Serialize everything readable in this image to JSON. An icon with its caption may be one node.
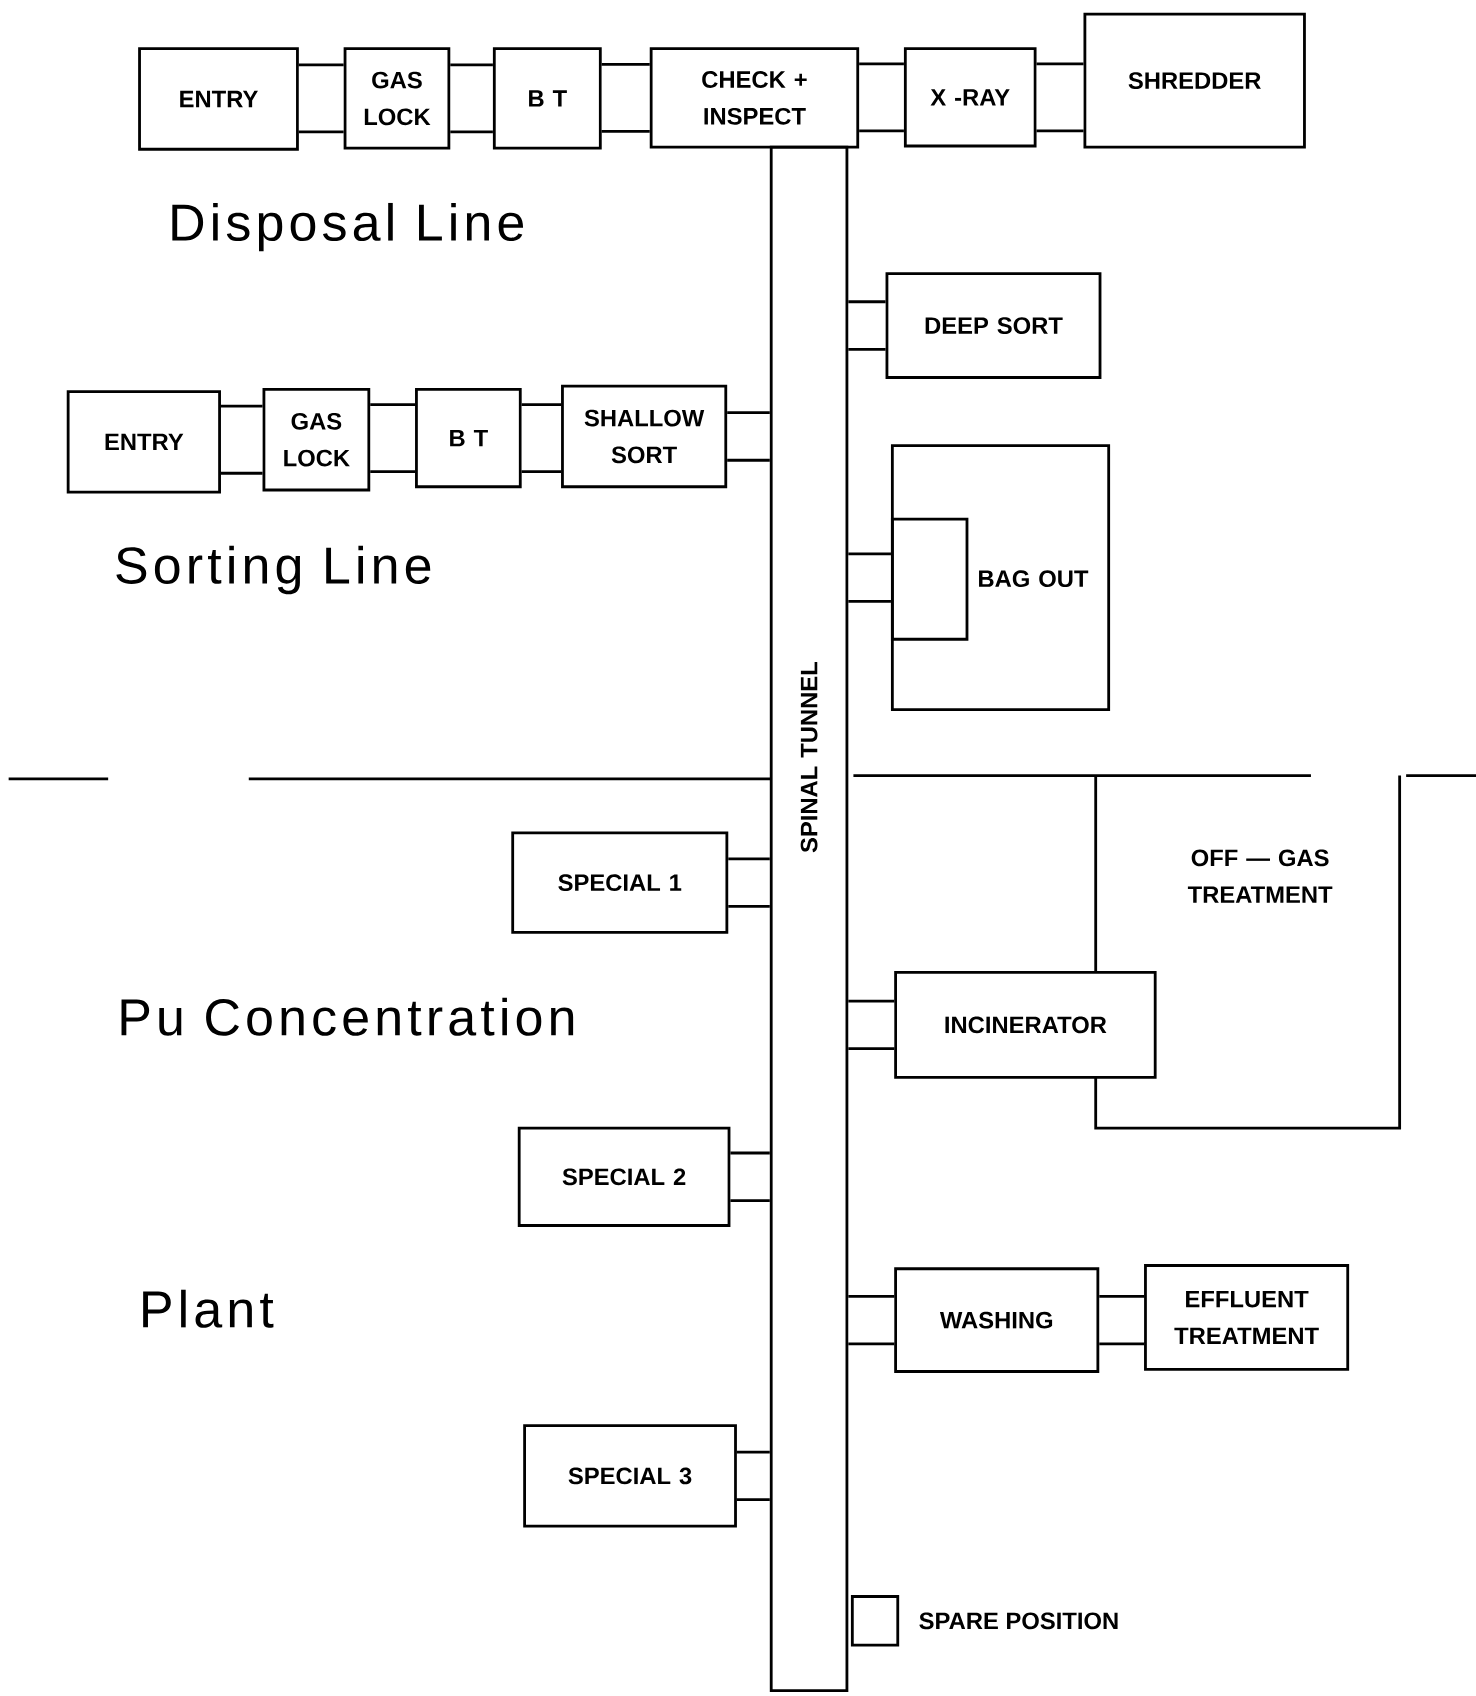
{
  "diagram": {
    "nodes": [
      {
        "text": [
          "ENTRY"
        ]
      },
      {
        "text": [
          "GAS LOCK"
        ]
      },
      {
        "text": [
          "B T"
        ]
      },
      {
        "text": [
          "CHECK + INSPECT"
        ]
      },
      {
        "text": [
          "X -RAY"
        ]
      },
      {
        "text": [
          "SHREDDER"
        ]
      },
      {
        "text": [
          "SPINAL TUNNEL"
        ]
      },
      {
        "text": [
          "DEEP SORT"
        ]
      },
      {
        "text": [
          "ENTRY"
        ]
      },
      {
        "text": [
          "GAS LOCK"
        ]
      },
      {
        "text": [
          "B T"
        ]
      },
      {
        "text": [
          "SHALLOW SORT"
        ]
      },
      {
        "text": [
          "BAG OUT"
        ]
      },
      {
        "text": [],
        "shape": "box",
        "in": 12
      },
      {
        "text": [
          "OFF — GAS TREATMENT"
        ]
      },
      {
        "text": [
          "SPECIAL 1"
        ]
      },
      {
        "text": [
          "INCINERATOR"
        ]
      },
      {
        "text": [
          "SPECIAL 2"
        ]
      },
      {
        "text": [
          "WASHING"
        ]
      },
      {
        "text": [
          "EFFLUENT TREATMENT"
        ]
      },
      {
        "text": [
          "SPECIAL 3"
        ]
      },
      {
        "text": [],
        "shape": "box",
        "beside": [
          "SPARE POSITION"
        ]
      }
    ],
    "edges": [
      {
        "from": 0,
        "to": 1,
        "arrow": "none"
      },
      {
        "from": 1,
        "to": 2,
        "arrow": "none"
      },
      {
        "from": 2,
        "to": 3,
        "arrow": "none"
      },
      {
        "from": 3,
        "to": 4,
        "arrow": "none"
      },
      {
        "from": 4,
        "to": 5,
        "arrow": "none"
      },
      {
        "from": 6,
        "to": 7,
        "arrow": "none"
      },
      {
        "from": 8,
        "to": 9,
        "arrow": "none"
      },
      {
        "from": 9,
        "to": 10,
        "arrow": "none"
      },
      {
        "from": 10,
        "to": 11,
        "arrow": "none"
      },
      {
        "from": 11,
        "to": 6,
        "arrow": "none"
      },
      {
        "from": 6,
        "to": 12,
        "arrow": "none"
      },
      {
        "from": 15,
        "to": 6,
        "arrow": "none"
      },
      {
        "from": 6,
        "to": 16,
        "arrow": "none"
      },
      {
        "from": 17,
        "to": 6,
        "arrow": "none"
      },
      {
        "from": 6,
        "to": 18,
        "arrow": "none"
      },
      {
        "from": 18,
        "to": 19,
        "arrow": "none"
      },
      {
        "from": 20,
        "to": 6,
        "arrow": "none"
      }
    ],
    "labels": [
      "Disposal Line",
      "Sorting Line",
      "Pu Concentration",
      "Plant"
    ]
  }
}
